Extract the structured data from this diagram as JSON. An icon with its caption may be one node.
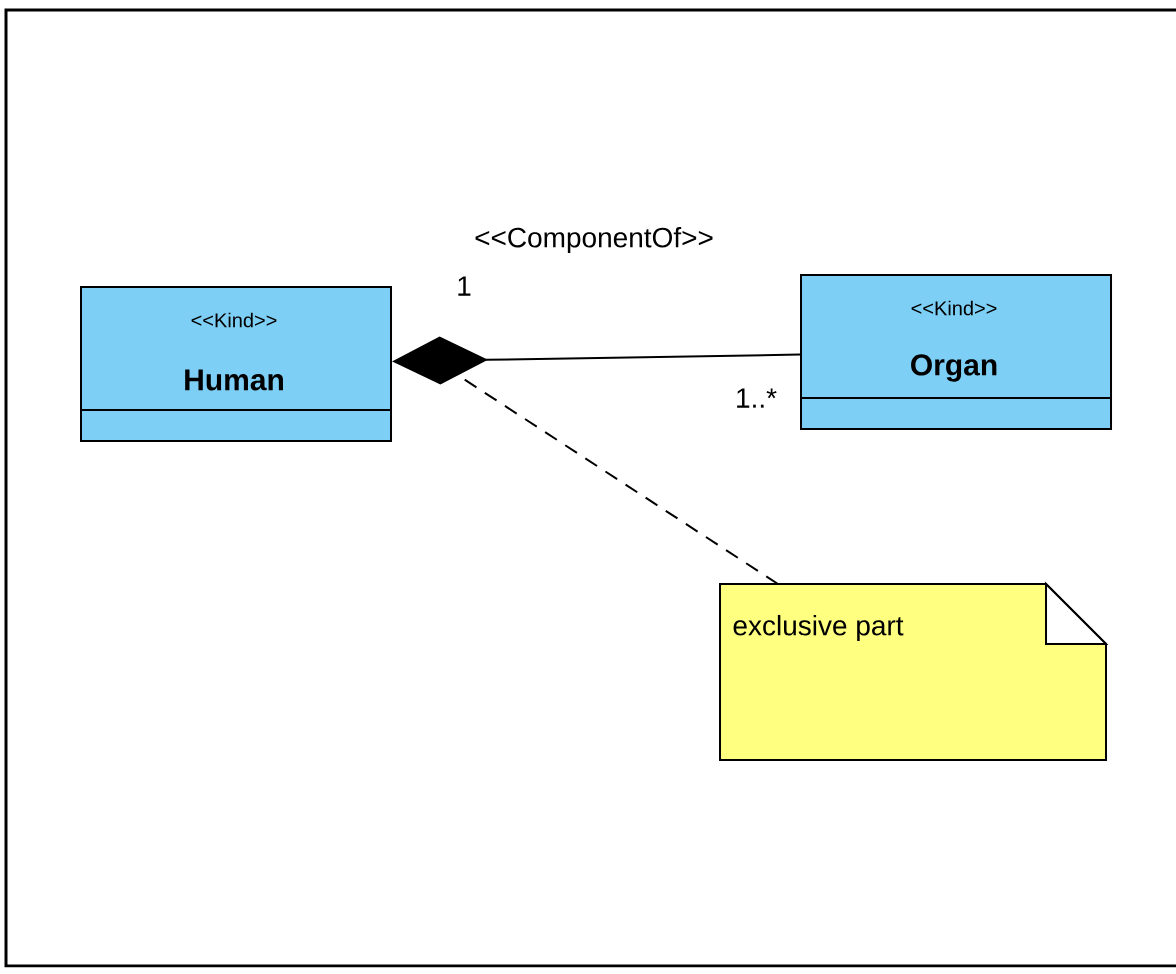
{
  "diagram": {
    "nodes": [
      {
        "text": [
          "<<Kind>>",
          "Human"
        ]
      },
      {
        "text": [
          "<<Kind>>",
          "Organ"
        ]
      },
      {
        "text": [
          "exclusive part"
        ]
      }
    ],
    "edges": [
      {
        "from": 0,
        "to": 1,
        "arrow": "other",
        "label": "<<ComponentOf>>"
      },
      {
        "from": 2,
        "to": null,
        "arrow": "none",
        "style": "dashed"
      }
    ],
    "labels": [
      "1",
      "1..*"
    ]
  }
}
